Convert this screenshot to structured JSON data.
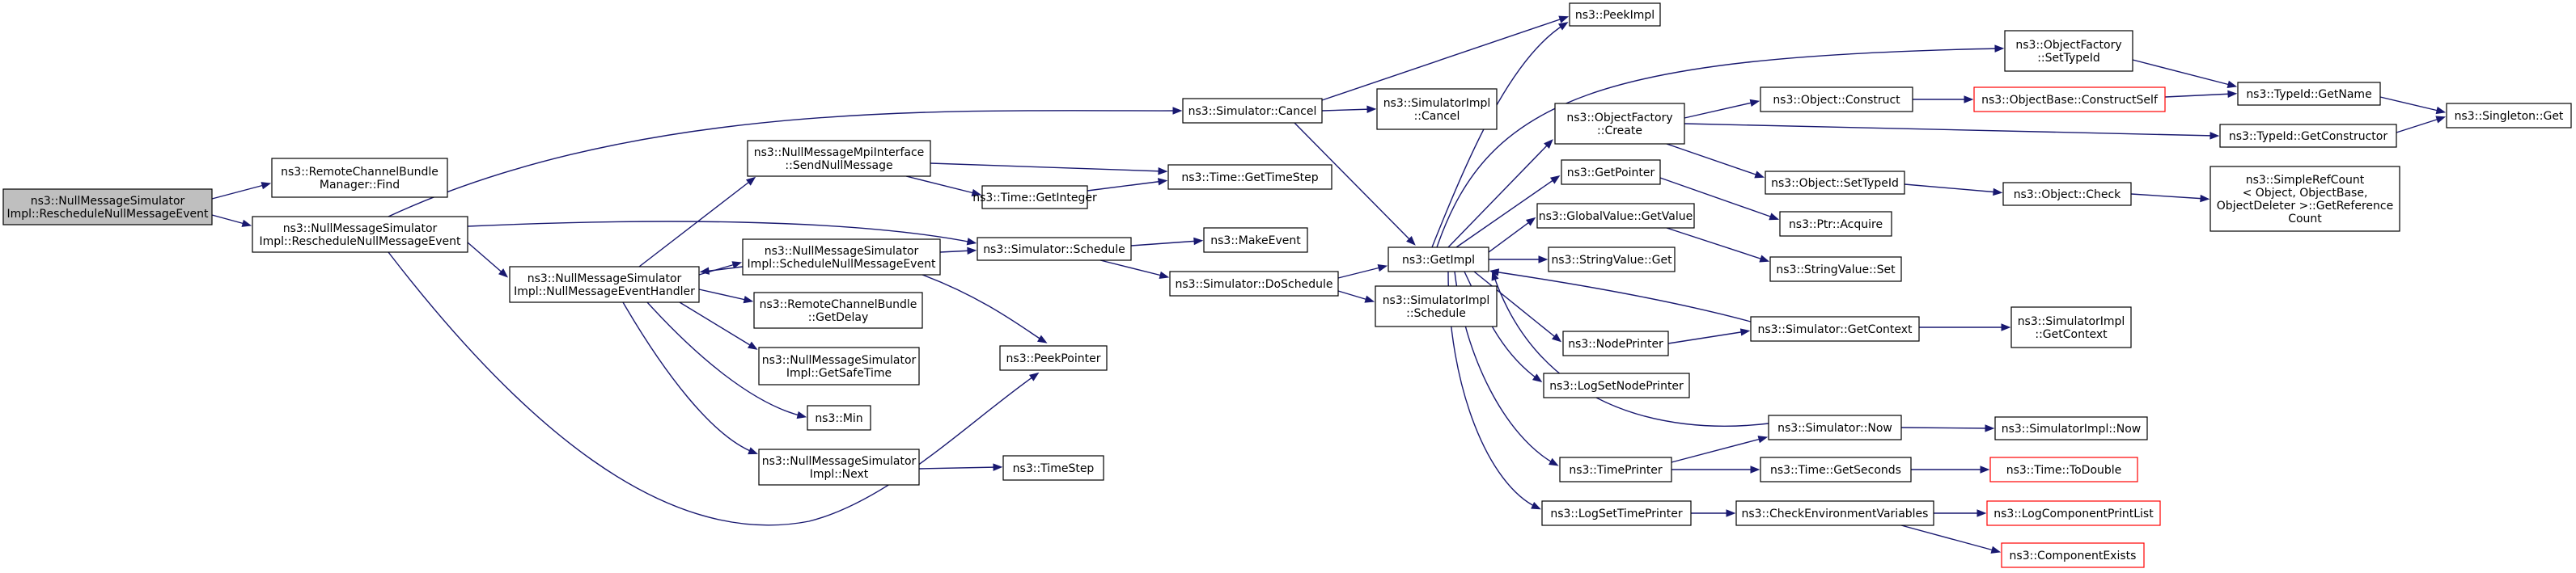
{
  "colors": {
    "edge": "#191970",
    "root_fill": "#bfbfbf",
    "external_border": "#ff0000",
    "node_border": "#000000",
    "background": "#ffffff"
  },
  "nodes": {
    "root": [
      "ns3::NullMessageSimulator",
      "Impl::RescheduleNullMessageEvent"
    ],
    "rcb_find": [
      "ns3::RemoteChannelBundle",
      "Manager::Find"
    ],
    "resched2": [
      "ns3::NullMessageSimulator",
      "Impl::RescheduleNullMessageEvent"
    ],
    "handler": [
      "ns3::NullMessageSimulator",
      "Impl::NullMessageEventHandler"
    ],
    "send_null": [
      "ns3::NullMessageMpiInterface",
      "::SendNullMessage"
    ],
    "schedule_null": [
      "ns3::NullMessageSimulator",
      "Impl::ScheduleNullMessageEvent"
    ],
    "rcb_delay": [
      "ns3::RemoteChannelBundle",
      "::GetDelay"
    ],
    "safe_time": [
      "ns3::NullMessageSimulator",
      "Impl::GetSafeTime"
    ],
    "min": [
      "ns3::Min"
    ],
    "next": [
      "ns3::NullMessageSimulator",
      "Impl::Next"
    ],
    "get_integer": [
      "ns3::Time::GetInteger"
    ],
    "get_timestep": [
      "ns3::Time::GetTimeStep"
    ],
    "sim_cancel": [
      "ns3::Simulator::Cancel"
    ],
    "sim_schedule": [
      "ns3::Simulator::Schedule"
    ],
    "make_event": [
      "ns3::MakeEvent"
    ],
    "do_schedule": [
      "ns3::Simulator::DoSchedule"
    ],
    "peek_pointer": [
      "ns3::PeekPointer"
    ],
    "timestep": [
      "ns3::TimeStep"
    ],
    "impl_cancel": [
      "ns3::SimulatorImpl",
      "::Cancel"
    ],
    "get_impl": [
      "ns3::GetImpl"
    ],
    "impl_schedule": [
      "ns3::SimulatorImpl",
      "::Schedule"
    ],
    "peek_impl": [
      "ns3::PeekImpl"
    ],
    "of_create": [
      "ns3::ObjectFactory",
      "::Create"
    ],
    "get_pointer": [
      "ns3::GetPointer"
    ],
    "gv_getvalue": [
      "ns3::GlobalValue::GetValue"
    ],
    "sv_get": [
      "ns3::StringValue::Get"
    ],
    "node_printer": [
      "ns3::NodePrinter"
    ],
    "log_set_node": [
      "ns3::LogSetNodePrinter"
    ],
    "time_printer": [
      "ns3::TimePrinter"
    ],
    "log_set_time": [
      "ns3::LogSetTimePrinter"
    ],
    "of_settypeid": [
      "ns3::ObjectFactory",
      "::SetTypeId"
    ],
    "obj_construct": [
      "ns3::Object::Construct"
    ],
    "obj_settypeid": [
      "ns3::Object::SetTypeId"
    ],
    "ptr_acquire": [
      "ns3::Ptr::Acquire"
    ],
    "sv_set": [
      "ns3::StringValue::Set"
    ],
    "sim_getcontext": [
      "ns3::Simulator::GetContext"
    ],
    "sim_now": [
      "ns3::Simulator::Now"
    ],
    "time_getseconds": [
      "ns3::Time::GetSeconds"
    ],
    "check_env": [
      "ns3::CheckEnvironmentVariables"
    ],
    "construct_self": [
      "ns3::ObjectBase::ConstructSelf"
    ],
    "typeid_getname": [
      "ns3::TypeId::GetName"
    ],
    "typeid_getctor": [
      "ns3::TypeId::GetConstructor"
    ],
    "singleton_get": [
      "ns3::Singleton::Get"
    ],
    "obj_check": [
      "ns3::Object::Check"
    ],
    "simple_ref": [
      "ns3::SimpleRefCount",
      "< Object, ObjectBase,",
      " ObjectDeleter >::GetReference",
      "Count"
    ],
    "impl_getcontext": [
      "ns3::SimulatorImpl",
      "::GetContext"
    ],
    "impl_now": [
      "ns3::SimulatorImpl::Now"
    ],
    "to_double": [
      "ns3::Time::ToDouble"
    ],
    "log_print_list": [
      "ns3::LogComponentPrintList"
    ],
    "comp_exists": [
      "ns3::ComponentExists"
    ]
  }
}
